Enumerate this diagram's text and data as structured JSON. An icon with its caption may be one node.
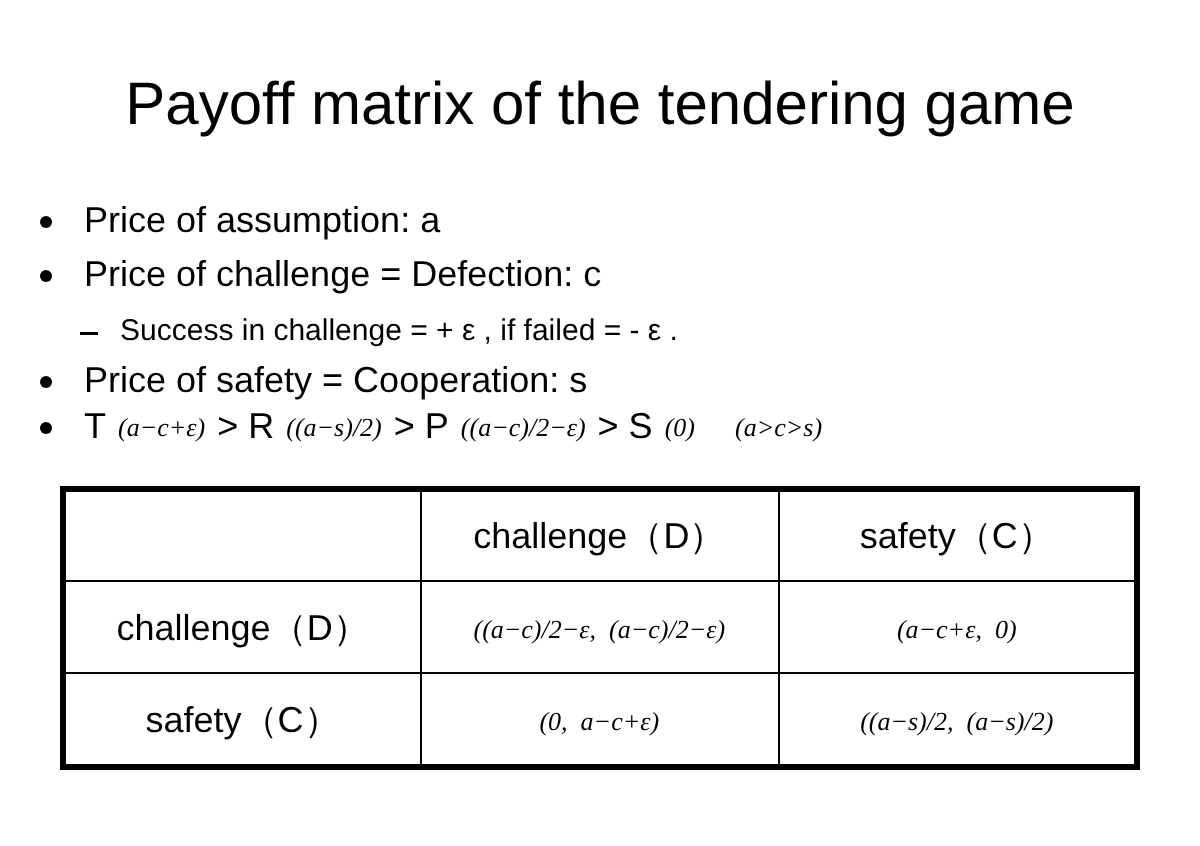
{
  "diagram": {
    "title": "Payoff matrix of the tendering game",
    "labels": [
      "Price of assumption: a",
      "Price of challenge = Defection: c",
      "Success in challenge = + ε , if failed = - ε .",
      "Price of safety = Cooperation: s",
      "T",
      "(a−c+ε)",
      "> R",
      "((a−s)/2)",
      "> P",
      "((a−c)/2−ε)",
      "> S",
      "(0)",
      "(a>c>s)",
      "challenge（D）",
      "safety（C）",
      "challenge（D）",
      "((a−c)/2−ε,  (a−c)/2−ε)",
      "(a−c+ε,  0)",
      "safety（C）",
      "(0,  a−c+ε)",
      "((a−s)/2,  (a−s)/2)"
    ]
  }
}
